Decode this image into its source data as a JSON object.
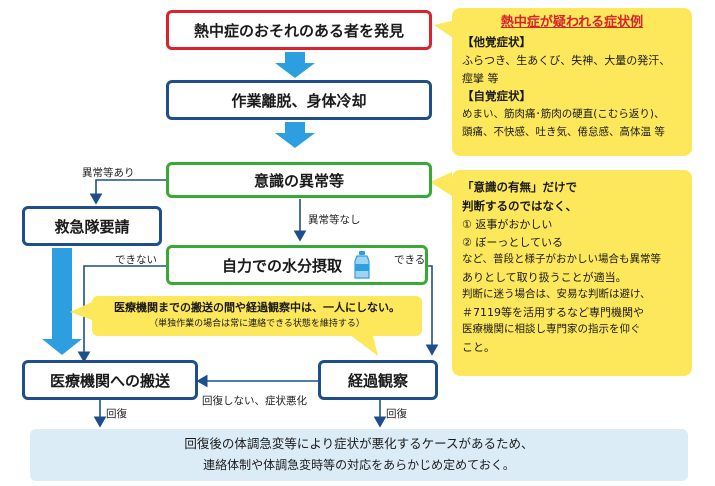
{
  "boxes": {
    "discover": "熱中症のおそれのある者を発見",
    "leave_work": "作業離脱、身体冷却",
    "consciousness": "意識の異常等",
    "ambulance": "救急隊要請",
    "hydration": "自力での水分摂取",
    "transport": "医療機関への搬送",
    "observe": "経過観察"
  },
  "labels": {
    "abnormal_yes": "異常等あり",
    "abnormal_no": "異常等なし",
    "cannot": "できない",
    "can": "できる",
    "not_recovered": "回復しない、症状悪化",
    "recovered_left": "回復",
    "recovered_right": "回復"
  },
  "symptoms_note": {
    "title": "熱中症が疑われる症状例",
    "objective_head": "【他覚症状】",
    "objective_lines": [
      "ふらつき、生あくび、失神、大量の発汗、",
      "痙攣 等"
    ],
    "subjective_head": "【自覚症状】",
    "subjective_lines": [
      "めまい、筋肉痛･筋肉の硬直(こむら返り)、",
      "頭痛、不快感、吐き気、倦怠感、高体温 等"
    ]
  },
  "consciousness_note": {
    "head_lines": [
      "「意識の有無」だけで",
      "判断するのではなく、"
    ],
    "lines": [
      "① 返事がおかしい",
      "② ぼーっとしている",
      "など、普段と様子がおかしい場合も異常等",
      "ありとして取り扱うことが適当。",
      "判断に迷う場合は、安易な判断は避け、",
      "＃7119等を活用するなど専門機関や",
      "医療機関に相談し専門家の指示を仰ぐ",
      "こと。"
    ]
  },
  "alone_note": {
    "main": "医療機関までの搬送の間や経過観察中は、一人にしない。",
    "sub": "（単独作業の場合は常に連絡できる状態を維持する）"
  },
  "bottom_note": {
    "line1": "回復後の体調急変等により症状が悪化するケースがあるため、",
    "line2": "連絡体制や体調急変時等の対応をあらかじめ定めておく。"
  },
  "colors": {
    "red": "#d9232d",
    "navy": "#1f4e8c",
    "green": "#39a935",
    "yellow": "#fde75a",
    "sky_arrow": "#2d9fe0",
    "light_blue": "#dcecf7"
  }
}
